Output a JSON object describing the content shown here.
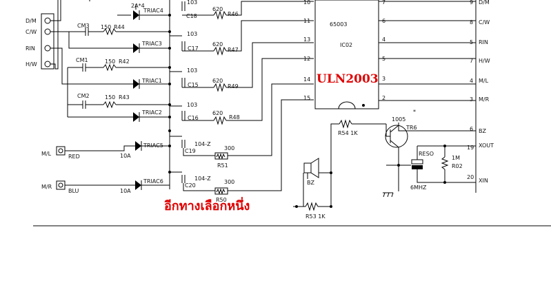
{
  "connector": {
    "pins": [
      "D/M",
      "C/W",
      "RIN",
      "H/W"
    ]
  },
  "top_labels": {
    "triac_rating": "2A*4",
    "c_value_top": "103"
  },
  "branches": [
    {
      "triac": "TRIAC4",
      "cap_value": "103",
      "cap": "C18",
      "res_value": "620",
      "res": "R46"
    },
    {
      "cm": "CM3",
      "rc_value": "150",
      "rc": "R44",
      "triac": "TRIAC3",
      "cap_value": "103",
      "cap": "C17",
      "res_value": "620",
      "res": "R47"
    },
    {
      "cm": "CM1",
      "rc_value": "150",
      "rc": "R42",
      "triac": "TRIAC1",
      "cap_value": "103",
      "cap": "C15",
      "res_value": "620",
      "res": "R49"
    },
    {
      "cm": "CM2",
      "rc_value": "150",
      "rc": "R43",
      "triac": "TRIAC2",
      "cap_value": "103",
      "cap": "C16",
      "res_value": "620",
      "res": "R48"
    }
  ],
  "motor_rows": [
    {
      "label": "M/L",
      "color": "RED",
      "fuse": "10A",
      "triac": "TRIAC5",
      "cap_value": "104-Z",
      "cap": "C19",
      "res_value": "300",
      "res": "R51"
    },
    {
      "label": "M/R",
      "color": "BLU",
      "fuse": "10A",
      "triac": "TRIAC6",
      "cap_value": "104-Z",
      "cap": "C20",
      "res_value": "300",
      "res": "R50"
    }
  ],
  "ic": {
    "name": "65003",
    "ref": "IC02",
    "left_pins": [
      "10",
      "11",
      "13",
      "12",
      "14",
      "15"
    ],
    "right_pins": [
      "7",
      "6",
      "4",
      "5",
      "3",
      "2"
    ]
  },
  "right_conn": {
    "pins": [
      {
        "num": "9",
        "label": "D/M"
      },
      {
        "num": "8",
        "label": "C/W"
      },
      {
        "num": "5",
        "label": "RIN"
      },
      {
        "num": "7",
        "label": "H/W"
      },
      {
        "num": "4",
        "label": "M/L"
      },
      {
        "num": "3",
        "label": "M/R"
      },
      {
        "num": "6",
        "label": "BZ"
      },
      {
        "num": "19",
        "label": "XOUT"
      },
      {
        "num": "20",
        "label": "XIN"
      }
    ]
  },
  "lower": {
    "r54": "R54 1K",
    "transistor_part": "1005",
    "transistor_ref": "TR6",
    "star": "*",
    "reso": "RESO",
    "r02_value": "1M",
    "r02_ref": "R02",
    "mhz": "6MHZ",
    "bz": "BZ",
    "r53": "R53 1K"
  },
  "annotations": {
    "uln": "ULN2003",
    "thai": "อีกทางเลือกหนึ่ง"
  },
  "colors": {
    "annotation": "#e00000",
    "wire": "#000000"
  }
}
